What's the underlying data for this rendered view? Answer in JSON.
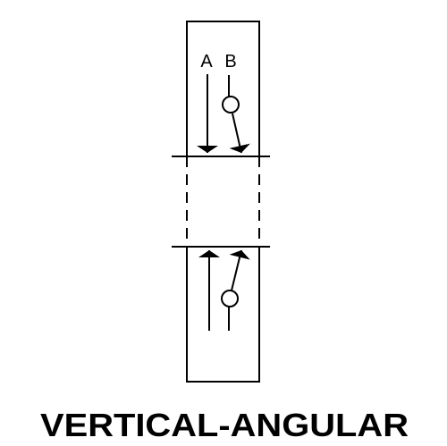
{
  "diagram": {
    "label_a": "A",
    "label_b": "B",
    "title": "VERTICAL-ANGULAR"
  },
  "colors": {
    "ink": "#000000",
    "background": "#ffffff"
  }
}
